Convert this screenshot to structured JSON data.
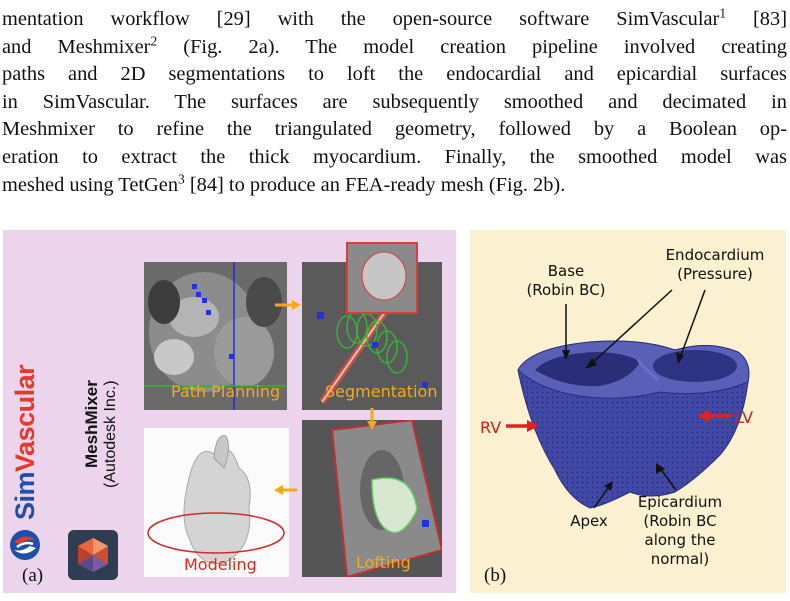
{
  "paragraph": {
    "lines": [
      [
        "mentation workflow [29] with the open-source software SimVascular",
        "1",
        " [83]"
      ],
      [
        "and Meshmixer",
        "2",
        " (Fig. 2a). The model creation pipeline involved creating"
      ],
      [
        "paths and 2D segmentations to loft the endocardial and epicardial surfaces",
        "",
        ""
      ],
      [
        "in SimVascular. The surfaces are subsequently smoothed and decimated in",
        "",
        ""
      ],
      [
        "Meshmixer to refine the triangulated geometry, followed by a Boolean op-",
        "",
        ""
      ],
      [
        "eration to extract the thick myocardium. Finally, the smoothed model was",
        "",
        ""
      ],
      [
        "meshed using TetGen",
        "3",
        " [84] to produce an FEA-ready mesh (Fig. 2b)."
      ]
    ]
  },
  "figure": {
    "panel_a": {
      "label": "(a)",
      "simvascular_sim": "Sim",
      "simvascular_vascular": "Vascular",
      "meshmixer_name": "MeshMixer",
      "meshmixer_company": "(Autodesk Inc.)",
      "steps": {
        "path_planning": "Path Planning",
        "segmentation": "Segmentation",
        "lofting": "Lofting",
        "modeling": "Modeling"
      },
      "colors": {
        "step_text": "#f5a81c",
        "modeling_text": "#e0261c",
        "arrow": "#f5a81c",
        "background": "#ecd5ec"
      }
    },
    "panel_b": {
      "label": "(b)",
      "base": [
        "Base",
        "(Robin BC)"
      ],
      "endocardium": [
        "Endocardium",
        "(Pressure)"
      ],
      "rv": "RV",
      "lv": "LV",
      "apex": "Apex",
      "epicardium": [
        "Epicardium",
        "(Robin BC",
        "along the",
        "normal)"
      ],
      "colors": {
        "mesh": "#3a3f9a",
        "arrow": "#e3211c",
        "background": "#fbf0cf"
      }
    }
  }
}
